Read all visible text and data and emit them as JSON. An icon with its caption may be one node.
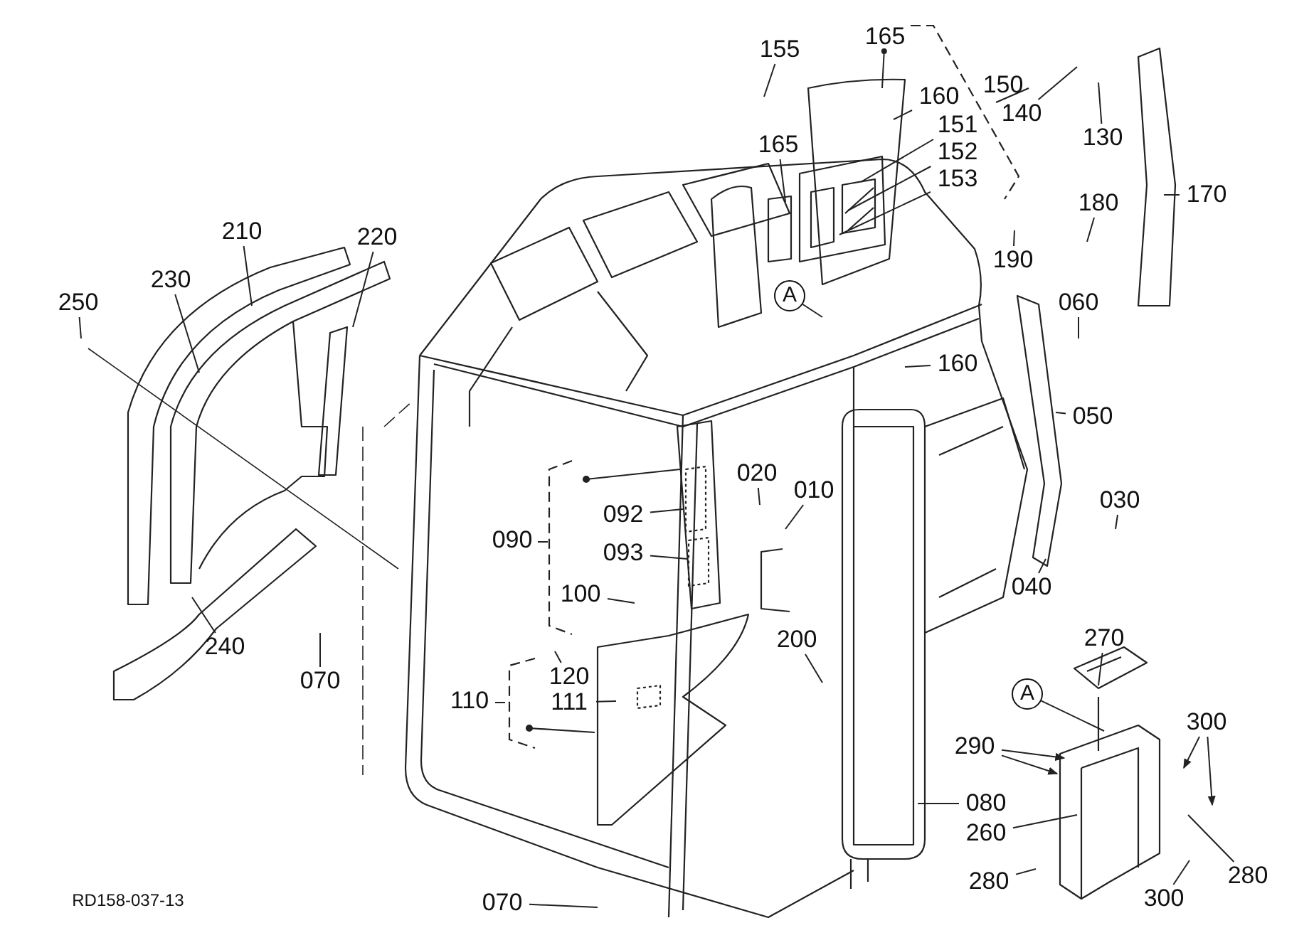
{
  "diagram": {
    "nodes": [
      {
        "text": [
          "155"
        ]
      },
      {
        "text": [
          "165"
        ]
      },
      {
        "text": [
          "160"
        ]
      },
      {
        "text": [
          "151"
        ]
      },
      {
        "text": [
          "152"
        ]
      },
      {
        "text": [
          "153"
        ]
      },
      {
        "text": [
          "165"
        ]
      },
      {
        "text": [
          "140"
        ]
      },
      {
        "text": [
          "130"
        ]
      },
      {
        "text": [
          "170"
        ]
      },
      {
        "text": [
          "180"
        ]
      },
      {
        "text": [
          "190"
        ]
      },
      {
        "text": [
          "060"
        ]
      },
      {
        "text": [
          "160"
        ]
      },
      {
        "text": [
          "050"
        ]
      },
      {
        "text": [
          "030"
        ]
      },
      {
        "text": [
          "040"
        ]
      },
      {
        "text": [
          "020"
        ]
      },
      {
        "text": [
          "010"
        ]
      },
      {
        "text": [
          "092"
        ]
      },
      {
        "text": [
          "093"
        ]
      },
      {
        "text": [
          "100"
        ]
      },
      {
        "text": [
          "200"
        ]
      },
      {
        "text": [
          "120"
        ]
      },
      {
        "text": [
          "111"
        ]
      },
      {
        "text": [
          "270"
        ]
      },
      {
        "text": [
          "300"
        ]
      },
      {
        "text": [
          "290"
        ]
      },
      {
        "text": [
          "080"
        ]
      },
      {
        "text": [
          "260"
        ]
      },
      {
        "text": [
          "280"
        ]
      },
      {
        "text": [
          "280"
        ]
      },
      {
        "text": [
          "300"
        ]
      },
      {
        "text": [
          "070"
        ]
      },
      {
        "text": [
          "070"
        ]
      },
      {
        "text": [
          "240"
        ]
      },
      {
        "text": [
          "250"
        ]
      },
      {
        "text": [
          "230"
        ]
      },
      {
        "text": [
          "210"
        ]
      },
      {
        "text": [
          "220"
        ]
      },
      {
        "text": [
          "A"
        ]
      },
      {
        "text": [
          "A"
        ]
      }
    ],
    "edges": [
      {
        "from": 0,
        "to": null,
        "arrow": "none"
      },
      {
        "from": 1,
        "to": null,
        "arrow": "other"
      },
      {
        "from": 2,
        "to": null,
        "arrow": "none"
      },
      {
        "from": 3,
        "to": null,
        "arrow": "none"
      },
      {
        "from": 4,
        "to": null,
        "arrow": "none"
      },
      {
        "from": 5,
        "to": null,
        "arrow": "none"
      },
      {
        "from": 6,
        "to": null,
        "arrow": "none"
      },
      {
        "from": 7,
        "to": null,
        "arrow": "none"
      },
      {
        "from": 8,
        "to": null,
        "arrow": "none"
      },
      {
        "from": 9,
        "to": null,
        "arrow": "none"
      },
      {
        "from": 10,
        "to": null,
        "arrow": "none"
      },
      {
        "from": 11,
        "to": null,
        "arrow": "none"
      },
      {
        "from": 12,
        "to": null,
        "arrow": "none"
      },
      {
        "from": 13,
        "to": null,
        "arrow": "none"
      },
      {
        "from": 14,
        "to": null,
        "arrow": "none"
      },
      {
        "from": 15,
        "to": null,
        "arrow": "none"
      },
      {
        "from": 16,
        "to": null,
        "arrow": "none"
      },
      {
        "from": 17,
        "to": null,
        "arrow": "none"
      },
      {
        "from": 18,
        "to": null,
        "arrow": "none"
      },
      {
        "from": 19,
        "to": null,
        "arrow": "none"
      },
      {
        "from": 20,
        "to": null,
        "arrow": "none"
      },
      {
        "from": 21,
        "to": null,
        "arrow": "none"
      },
      {
        "from": 22,
        "to": null,
        "arrow": "none"
      },
      {
        "from": 23,
        "to": null,
        "arrow": "none"
      },
      {
        "from": 24,
        "to": null,
        "arrow": "none"
      },
      {
        "from": 25,
        "to": null,
        "arrow": "none"
      },
      {
        "from": 26,
        "to": null,
        "arrow": "to"
      },
      {
        "from": 26,
        "to": null,
        "arrow": "to"
      },
      {
        "from": 27,
        "to": null,
        "arrow": "to"
      },
      {
        "from": 27,
        "to": null,
        "arrow": "to"
      },
      {
        "from": 28,
        "to": null,
        "arrow": "none"
      },
      {
        "from": 29,
        "to": null,
        "arrow": "none"
      },
      {
        "from": 30,
        "to": null,
        "arrow": "none"
      },
      {
        "from": 31,
        "to": null,
        "arrow": "none"
      },
      {
        "from": 32,
        "to": null,
        "arrow": "none"
      },
      {
        "from": 33,
        "to": null,
        "arrow": "none"
      },
      {
        "from": 34,
        "to": null,
        "arrow": "none"
      },
      {
        "from": 35,
        "to": null,
        "arrow": "none"
      },
      {
        "from": 36,
        "to": null,
        "arrow": "none"
      },
      {
        "from": 37,
        "to": null,
        "arrow": "none"
      },
      {
        "from": 38,
        "to": null,
        "arrow": "none"
      },
      {
        "from": 39,
        "to": null,
        "arrow": "none"
      },
      {
        "from": 40,
        "to": null,
        "arrow": "none"
      },
      {
        "from": 41,
        "to": null,
        "arrow": "none"
      }
    ],
    "labels": [
      "150",
      "090",
      "110",
      "RD158-037-13"
    ]
  }
}
